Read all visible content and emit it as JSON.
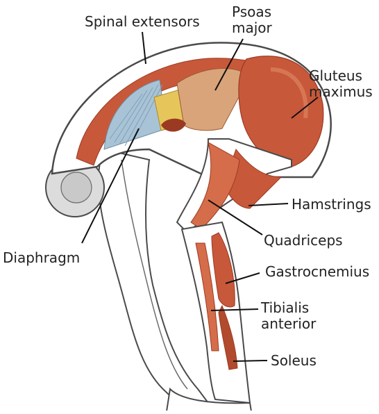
{
  "labels": {
    "spinal_extensors": "Spinal extensors",
    "psoas_major": {
      "line1": "Psoas",
      "line2": "major"
    },
    "gluteus_maximus": {
      "line1": "Gluteus",
      "line2": "maximus"
    },
    "hamstrings": "Hamstrings",
    "quadriceps": "Quadriceps",
    "diaphragm": "Diaphragm",
    "gastrocnemius": "Gastrocnemius",
    "tibialis_anterior": {
      "line1": "Tibialis",
      "line2": "anterior"
    },
    "soleus": "Soleus"
  },
  "colors": {
    "muscle": "#c8583a",
    "muscle_light": "#e08a66",
    "muscle_dark": "#9b3a22",
    "skin_outline": "#4a4a4a",
    "diaphragm_blue": "#a9c3d6",
    "psoas_tan": "#d9a47a",
    "yellow_tendon": "#e6c65a",
    "leader_line": "#111111"
  }
}
